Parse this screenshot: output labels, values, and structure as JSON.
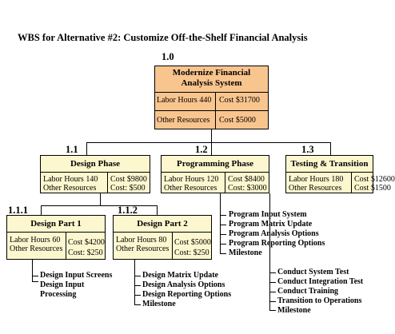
{
  "title": "WBS for Alternative #2: Customize Off-the-Shelf Financial Analysis",
  "root": {
    "number": "1.0",
    "name": "Modernize Financial Analysis System",
    "labor": "Labor Hours 440",
    "cost": "Cost $31700",
    "other": "Other Resources",
    "other_cost": "Cost $5000"
  },
  "level1": [
    {
      "number": "1.1",
      "name": "Design Phase",
      "labor": "Labor Hours 140",
      "cost": "Cost $9800",
      "other": "Other Resources",
      "other_cost": "Cost: $500"
    },
    {
      "number": "1.2",
      "name": "Programming Phase",
      "labor": "Labor Hours 120",
      "cost": "Cost $8400",
      "other": "Other Resources",
      "other_cost": "Cost: $3000"
    },
    {
      "number": "1.3",
      "name": "Testing & Transition",
      "labor": "Labor Hours 180",
      "cost": "Cost $12600",
      "other": "Other Resources",
      "other_cost": "Cost $1500"
    }
  ],
  "level2": [
    {
      "number": "1.1.1",
      "name": "Design Part 1",
      "labor": "Labor Hours  60",
      "other": "Other Resources",
      "cost": "Cost $4200",
      "other_cost": "Cost: $250"
    },
    {
      "number": "1.1.2",
      "name": "Design Part 2",
      "labor": "Labor Hours  80",
      "other": "Other Resources",
      "cost": "Cost $5000",
      "other_cost": "Cost: $250"
    }
  ],
  "tasks": {
    "design1": [
      "Design Input Screens",
      "Design Input",
      "Processing"
    ],
    "design2": [
      "Design Matrix Update",
      "Design Analysis Options",
      "Design Reporting Options",
      "Milestone"
    ],
    "programming": [
      "Program Input System",
      "Program Matrix Update",
      "Program Analysis Options",
      "Program Reporting Options",
      "Milestone"
    ],
    "testing": [
      "Conduct System Test",
      "Conduct Integration Test",
      "Conduct Training",
      "Transition to Operations",
      "Milestone"
    ]
  },
  "colors": {
    "root_fill": "#f9c58e",
    "box_fill": "#fdf7cf"
  }
}
